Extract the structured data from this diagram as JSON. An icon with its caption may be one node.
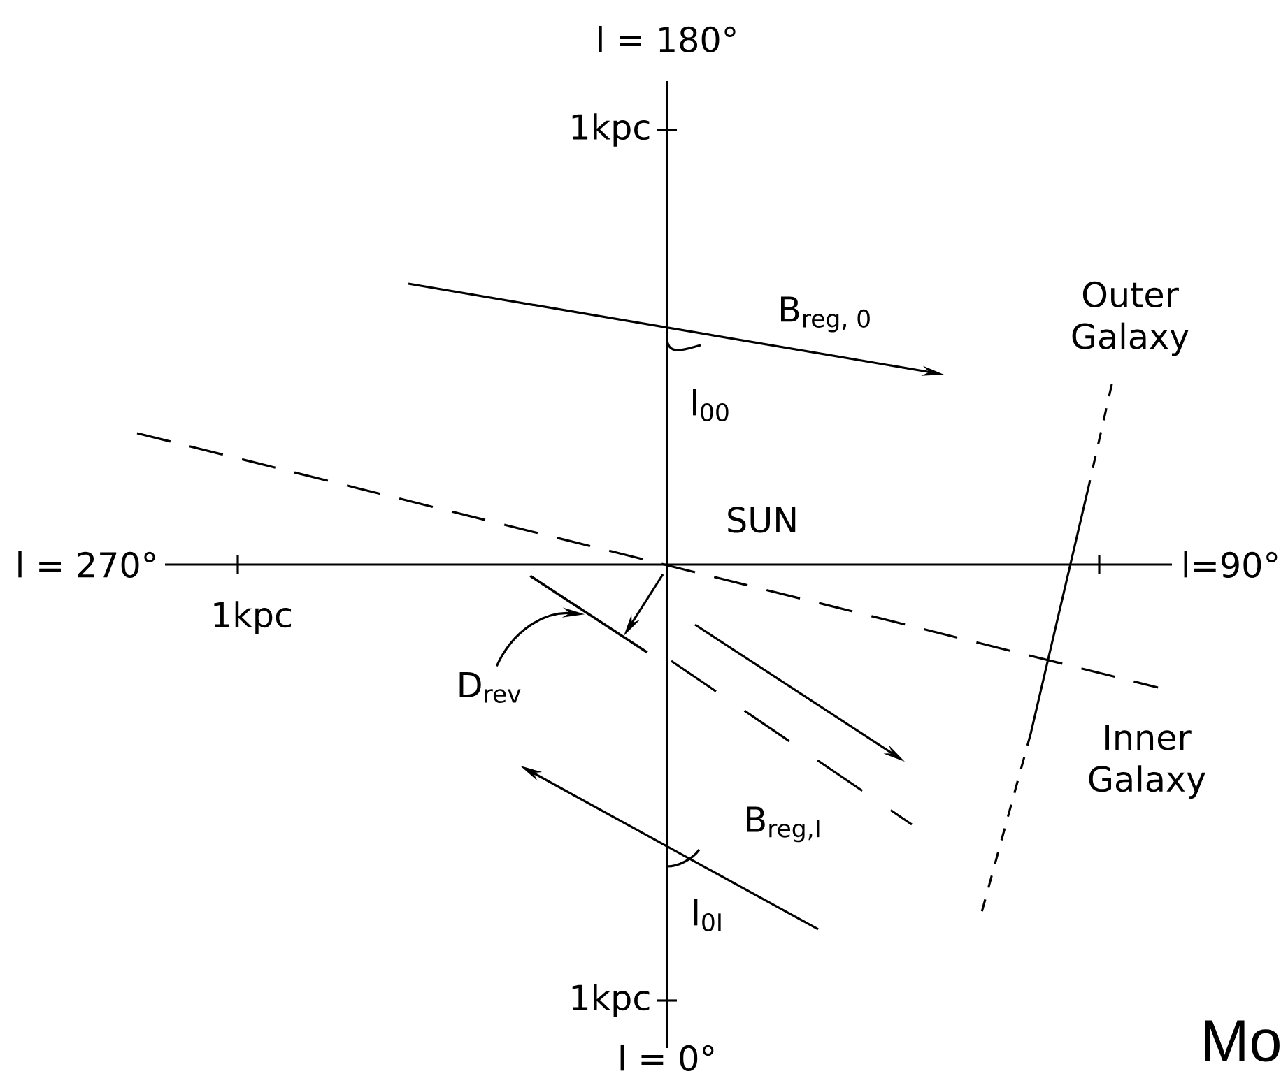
{
  "diagram": {
    "nodes": [
      {
        "text": [
          "D$_{rev}$"
        ]
      },
      {
        "text": [],
        "shape": "bar"
      }
    ],
    "edges": [
      {
        "from": 0,
        "to": 1,
        "arrow": "to"
      }
    ],
    "labels": [
      "l = 180°",
      "1kpc",
      "B$_{reg, 0}$",
      "Outer Galaxy",
      "l$_{00}$",
      "SUN",
      "l = 270°",
      "l=90°",
      "1kpc",
      "Inner Galaxy",
      "B$_{reg,I}$",
      "l$_{0I}$",
      "1kpc",
      "l = 0°",
      "Mo"
    ]
  }
}
